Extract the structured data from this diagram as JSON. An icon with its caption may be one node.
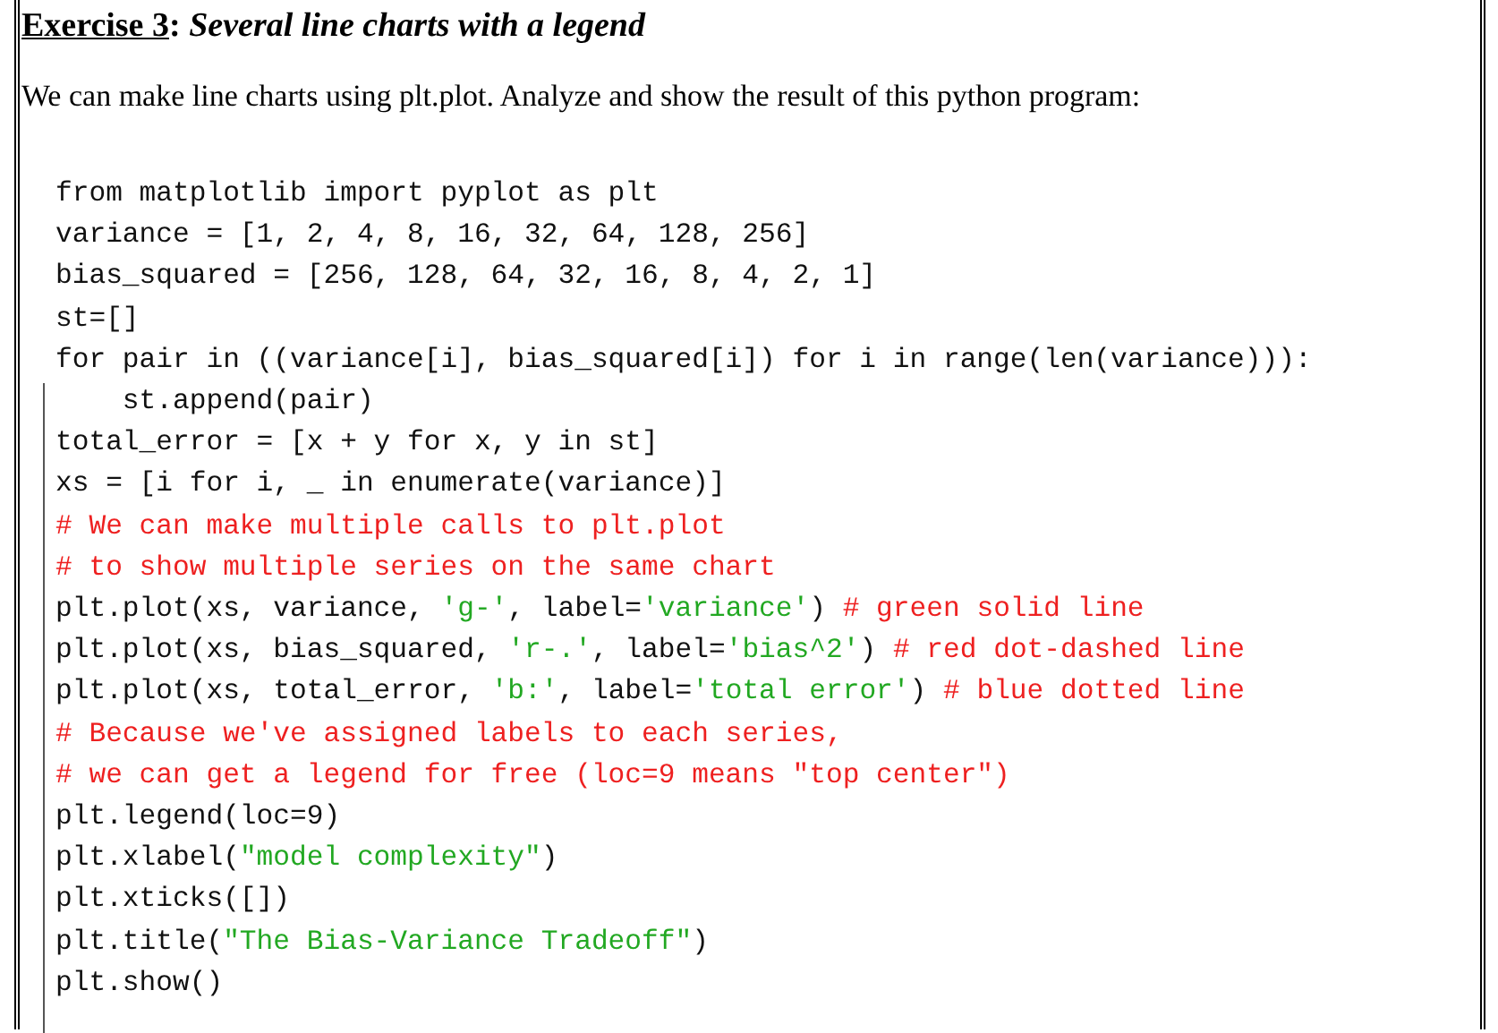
{
  "diagram": {
    "title": "Exercise 3: *Several line charts with a legend*",
    "labels": [
      "We can make line charts using plt.plot. Analyze and show the result of this python program:",
      "from matplotlib import pyplot as plt",
      "variance = [1, 2, 4, 8, 16, 32, 64, 128, 256]",
      "bias_squared = [256, 128, 64, 32, 16, 8, 4, 2, 1]",
      "st=[]",
      "for pair in ((variance[i], bias_squared[i]) for i in range(len(variance))):",
      "    st.append(pair)",
      "total_error = [x + y for x, y in st]",
      "xs = [i for i, _ in enumerate(variance)]",
      "# We can make multiple calls to plt.plot",
      "# to show multiple series on the same chart",
      "plt.plot(xs, variance, 'g-', label='variance') # green solid line",
      "plt.plot(xs, bias_squared, 'r-.', label='bias^2') # red dot-dashed line",
      "plt.plot(xs, total_error, 'b:', label='total error') # blue dotted line",
      "# Because we've assigned labels to each series,",
      "# we can get a legend for free (loc=9 means \"top center\")",
      "plt.legend(loc=9)",
      "plt.xlabel(\"model complexity\")",
      "plt.xticks([])",
      "plt.title(\"The Bias-Variance Tradeoff\")",
      "plt.show()"
    ]
  }
}
